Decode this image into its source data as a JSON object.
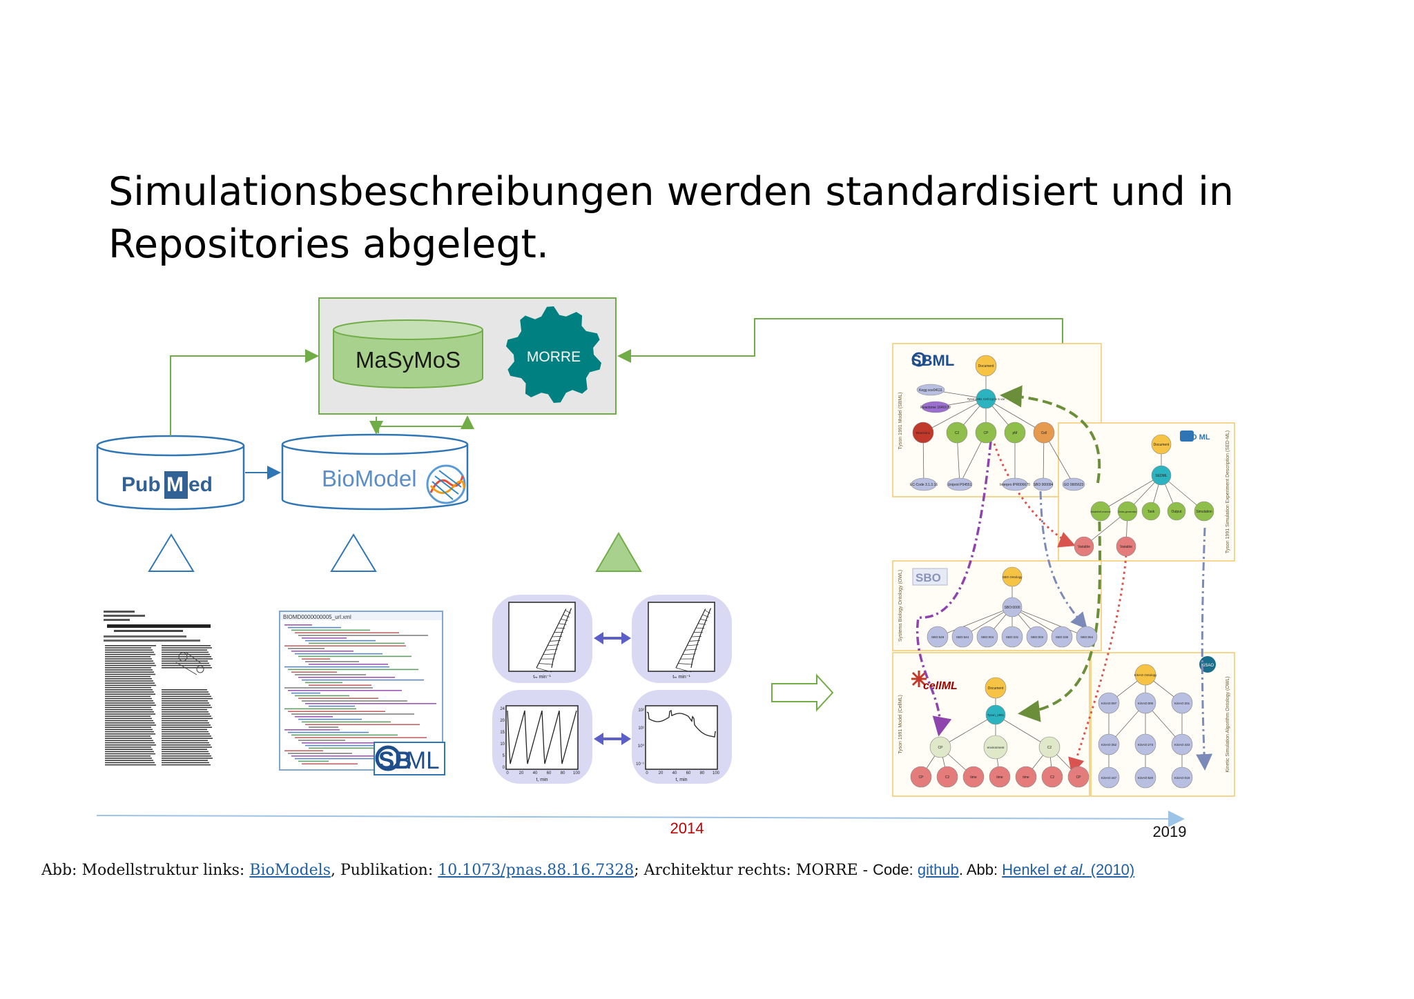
{
  "slide": {
    "title": "Simulationsbeschreibungen werden standardisiert und in Repositories abgelegt."
  },
  "architecture": {
    "masymos_label": "MaSyMoS",
    "morre_label": "MORRE",
    "pubmed": {
      "p1": "Pub",
      "p2": "M",
      "p3": "ed"
    },
    "biomodels_label": "BioModel"
  },
  "sbml_doc": {
    "filename": "BIOMD0000000005_url.xml",
    "logo_sb": "SB",
    "logo_ml": "ML"
  },
  "plots": {
    "top_xlabel": "tₘ min⁻¹",
    "bottom_xlabel": "t, min",
    "bottom_left_yticks": [
      "24",
      "20",
      "15",
      "10",
      "5",
      "0"
    ],
    "bottom_right_yticks": [
      "10²",
      "10¹",
      "10⁰",
      "10⁻¹"
    ],
    "xticks": [
      "0",
      "20",
      "40",
      "60",
      "80",
      "100"
    ]
  },
  "henkel": {
    "sbml_panel": {
      "side_label": "Tyson 1991 Model (SBML)",
      "logo": "SBML",
      "nodes": {
        "document": "Document",
        "model": "Tyson1991 Cell Cycle 6 var",
        "kegg": "Kegg sce04111",
        "reactome": "Reactome 1640170",
        "s1": "Reaction1",
        "s2": "C2",
        "s3": "CP",
        "s4": "pM",
        "s5": "Cell",
        "a1": "EC-Code 3.1.3.16",
        "a2": "Uniprot P04551",
        "a3": "Interpro IPR006670",
        "a4": "SBO 000094",
        "a5": "GO 0005623"
      }
    },
    "sedml_panel": {
      "side_label": "Tyson 1991 Simulation Experiment Description (SED-ML)",
      "logo": "SED ML",
      "nodes": {
        "document": "Document",
        "sedml": "SEDML",
        "c1": "Modelref-erence",
        "c2": "Data-generator",
        "c3": "Task",
        "c4": "Output",
        "c5": "Simulation",
        "v1": "Variable",
        "v2": "Variable"
      }
    },
    "sbo_panel": {
      "side_label": "Systems Biology Ontology (OWL)",
      "logo": "SBO",
      "nodes": {
        "root": "SBO Ontology",
        "mid": "SBO:0000",
        "leaves": [
          "SBO:549",
          "SBO:544",
          "SBO:004",
          "SBO:231",
          "SBO:003",
          "SBO:236",
          "SBO:064"
        ]
      }
    },
    "cellml_panel": {
      "side_label": "Tyson 1991 Model (CellML)",
      "logo": "cellML",
      "nodes": {
        "document": "Document",
        "model": "Tyson_1991",
        "c1": "CP",
        "c2": "environment",
        "c3": "C2",
        "leaves": [
          "CP",
          "C2",
          "time",
          "time",
          "time",
          "C2",
          "CP"
        ]
      }
    },
    "kisao_panel": {
      "side_label": "Kinetic Simulation Algorithm Ontology (OWL)",
      "logo": "KiSAO",
      "nodes": {
        "root": "KiSAO Ontology",
        "r1": [
          "KiSAO:097",
          "KiSAO:000",
          "KiSAO:201"
        ],
        "r2": [
          "KiSAO:352",
          "KiSAO:273",
          "KiSAO:433"
        ],
        "r3": [
          "KiSAO:447",
          "KiSAO:520",
          "KiSAO:019"
        ]
      }
    }
  },
  "timeline": {
    "year_mid": "2014",
    "year_end": "2019"
  },
  "caption": {
    "prefix": "Abb: Modellstruktur links: ",
    "link1": "BioModels",
    "text2": ", Publikation: ",
    "link2": "10.1073/pnas.88.16.7328",
    "text3": "; Architektur rechts: MORRE - ",
    "code_label": "Code: ",
    "link3": "github",
    "text4": ". ",
    "abb2": "Abb: ",
    "link4_a": "Henkel ",
    "link4_b": "et al.",
    "link4_c": " (2010)"
  },
  "colors": {
    "green_arrow": "#70ad47",
    "teal": "#008080",
    "blue_outline": "#2e75b6",
    "year_red": "#c00000",
    "panel_border": "#f2c96b"
  }
}
